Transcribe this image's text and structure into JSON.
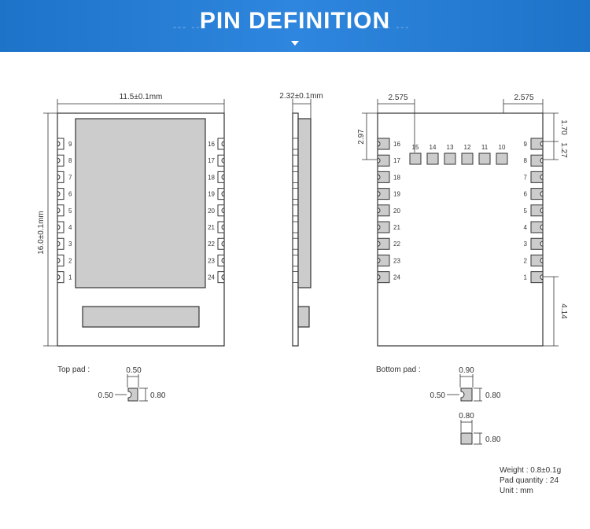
{
  "header": {
    "title": "PIN DEFINITION",
    "decor": "--- ---"
  },
  "top_view": {
    "width": "11.5±0.1mm",
    "height": "16.0±0.1mm",
    "left_pins": [
      "9",
      "8",
      "7",
      "6",
      "5",
      "4",
      "3",
      "2",
      "1"
    ],
    "right_pins": [
      "16",
      "17",
      "18",
      "19",
      "20",
      "21",
      "22",
      "23",
      "24"
    ]
  },
  "side_view": {
    "thickness": "2.32±0.1mm"
  },
  "bottom_view": {
    "left_offset": "2.575",
    "right_offset": "2.575",
    "top_left_offset": "2.97",
    "top_right_offset": "1.70",
    "pad_pitch": "1.27",
    "bottom_right_offset": "4.14",
    "left_pins": [
      "16",
      "17",
      "18",
      "19",
      "20",
      "21",
      "22",
      "23",
      "24"
    ],
    "right_pins": [
      "9",
      "8",
      "7",
      "6",
      "5",
      "4",
      "3",
      "2",
      "1"
    ],
    "top_pins": [
      "15",
      "14",
      "13",
      "12",
      "11",
      "10"
    ]
  },
  "top_pad": {
    "label": "Top pad :",
    "width": "0.50",
    "length": "0.50",
    "height": "0.80"
  },
  "bottom_pad": {
    "label": "Bottom pad :",
    "width": "0.90",
    "length": "0.50",
    "height": "0.80",
    "square_width": "0.80",
    "square_height": "0.80"
  },
  "specs": {
    "weight": "Weight : 0.8±0.1g",
    "pad_quantity": "Pad quantity : 24",
    "unit": "Unit : mm"
  },
  "colors": {
    "banner": "#2a7fd6",
    "outline": "#333333",
    "fill_gray": "#cccccc"
  }
}
